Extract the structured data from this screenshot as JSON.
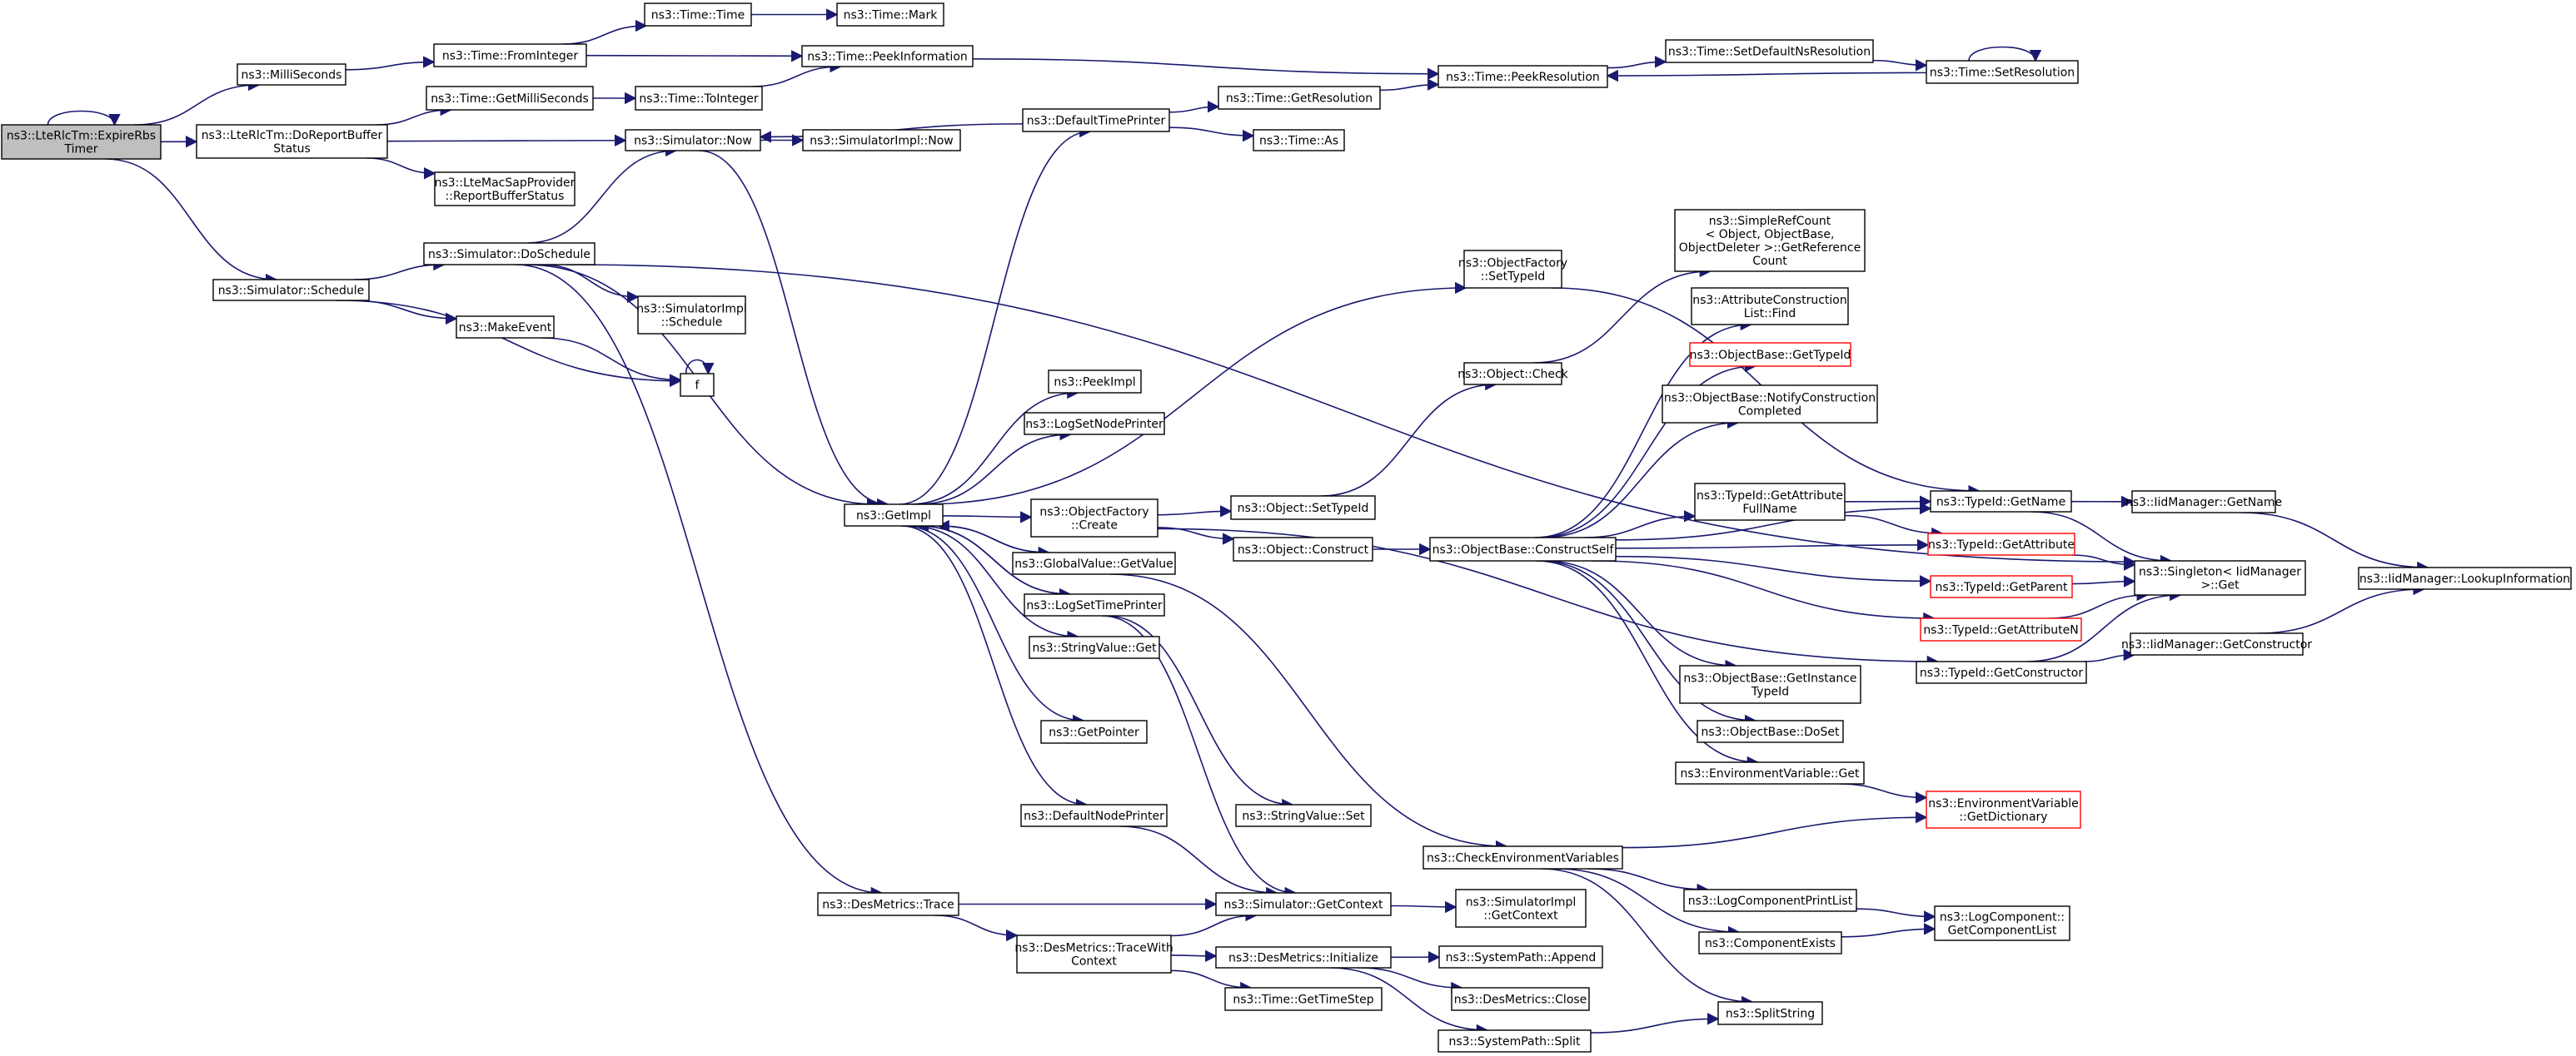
{
  "colors": {
    "edge": "#191970",
    "node_border": "#000000",
    "node_fill": "#ffffff",
    "focus_fill": "#bfbfbf",
    "truncated_border": "#ff0000",
    "text": "#000000"
  },
  "nodes": [
    {
      "id": "root",
      "lines": [
        "ns3::LteRlcTm::ExpireRbs",
        "Timer"
      ],
      "style": "focus"
    },
    {
      "id": "millis",
      "lines": [
        "ns3::MilliSeconds"
      ]
    },
    {
      "id": "doreport",
      "lines": [
        "ns3::LteRlcTm::DoReportBuffer",
        "Status"
      ]
    },
    {
      "id": "schedule",
      "lines": [
        "ns3::Simulator::Schedule"
      ]
    },
    {
      "id": "fromint",
      "lines": [
        "ns3::Time::FromInteger"
      ]
    },
    {
      "id": "getms",
      "lines": [
        "ns3::Time::GetMilliSeconds"
      ]
    },
    {
      "id": "lmsap",
      "lines": [
        "ns3::LteMacSapProvider",
        "::ReportBufferStatus"
      ]
    },
    {
      "id": "simnow",
      "lines": [
        "ns3::Simulator::Now"
      ]
    },
    {
      "id": "dosched",
      "lines": [
        "ns3::Simulator::DoSchedule"
      ]
    },
    {
      "id": "makeevent",
      "lines": [
        "ns3::MakeEvent"
      ]
    },
    {
      "id": "f",
      "lines": [
        "f"
      ]
    },
    {
      "id": "timetime",
      "lines": [
        "ns3::Time::Time"
      ]
    },
    {
      "id": "timemark",
      "lines": [
        "ns3::Time::Mark"
      ]
    },
    {
      "id": "peekinfo",
      "lines": [
        "ns3::Time::PeekInformation"
      ]
    },
    {
      "id": "toint",
      "lines": [
        "ns3::Time::ToInteger"
      ]
    },
    {
      "id": "simimplnow",
      "lines": [
        "ns3::SimulatorImpl::Now"
      ]
    },
    {
      "id": "simimplsched",
      "lines": [
        "ns3::SimulatorImpl",
        "::Schedule"
      ]
    },
    {
      "id": "dtp",
      "lines": [
        "ns3::DefaultTimePrinter"
      ]
    },
    {
      "id": "getres",
      "lines": [
        "ns3::Time::GetResolution"
      ]
    },
    {
      "id": "timeas",
      "lines": [
        "ns3::Time::As"
      ]
    },
    {
      "id": "peekres",
      "lines": [
        "ns3::Time::PeekResolution"
      ]
    },
    {
      "id": "setdefns",
      "lines": [
        "ns3::Time::SetDefaultNsResolution"
      ]
    },
    {
      "id": "setres",
      "lines": [
        "ns3::Time::SetResolution"
      ]
    },
    {
      "id": "getimpl",
      "lines": [
        "ns3::GetImpl"
      ]
    },
    {
      "id": "peekimpl",
      "lines": [
        "ns3::PeekImpl"
      ]
    },
    {
      "id": "lsnp",
      "lines": [
        "ns3::LogSetNodePrinter"
      ]
    },
    {
      "id": "ofcreate",
      "lines": [
        "ns3::ObjectFactory",
        "::Create"
      ]
    },
    {
      "id": "gvget",
      "lines": [
        "ns3::GlobalValue::GetValue"
      ]
    },
    {
      "id": "lstp",
      "lines": [
        "ns3::LogSetTimePrinter"
      ]
    },
    {
      "id": "svget",
      "lines": [
        "ns3::StringValue::Get"
      ]
    },
    {
      "id": "getptr",
      "lines": [
        "ns3::GetPointer"
      ]
    },
    {
      "id": "dnp",
      "lines": [
        "ns3::DefaultNodePrinter"
      ]
    },
    {
      "id": "desmtrace",
      "lines": [
        "ns3::DesMetrics::Trace"
      ]
    },
    {
      "id": "desmtwc",
      "lines": [
        "ns3::DesMetrics::TraceWith",
        "Context"
      ]
    },
    {
      "id": "svset",
      "lines": [
        "ns3::StringValue::Set"
      ]
    },
    {
      "id": "simgetctx",
      "lines": [
        "ns3::Simulator::GetContext"
      ]
    },
    {
      "id": "simimplgetctx",
      "lines": [
        "ns3::SimulatorImpl",
        "::GetContext"
      ]
    },
    {
      "id": "desminit",
      "lines": [
        "ns3::DesMetrics::Initialize"
      ]
    },
    {
      "id": "timesteps",
      "lines": [
        "ns3::Time::GetTimeStep"
      ]
    },
    {
      "id": "spappend",
      "lines": [
        "ns3::SystemPath::Append"
      ]
    },
    {
      "id": "desmclose",
      "lines": [
        "ns3::DesMetrics::Close"
      ]
    },
    {
      "id": "spsplit",
      "lines": [
        "ns3::SystemPath::Split"
      ]
    },
    {
      "id": "ofsettid",
      "lines": [
        "ns3::ObjectFactory",
        "::SetTypeId"
      ]
    },
    {
      "id": "objcheck",
      "lines": [
        "ns3::Object::Check"
      ]
    },
    {
      "id": "objsettid",
      "lines": [
        "ns3::Object::SetTypeId"
      ]
    },
    {
      "id": "objconstruct",
      "lines": [
        "ns3::Object::Construct"
      ]
    },
    {
      "id": "obconstructself",
      "lines": [
        "ns3::ObjectBase::ConstructSelf"
      ]
    },
    {
      "id": "checkenv",
      "lines": [
        "ns3::CheckEnvironmentVariables"
      ]
    },
    {
      "id": "srcgetref",
      "lines": [
        "ns3::SimpleRefCount",
        "< Object, ObjectBase,",
        "ObjectDeleter >::GetReference",
        "Count"
      ]
    },
    {
      "id": "aclfind",
      "lines": [
        "ns3::AttributeConstruction",
        "List::Find"
      ]
    },
    {
      "id": "obgettid",
      "lines": [
        "ns3::ObjectBase::GetTypeId"
      ],
      "style": "truncated"
    },
    {
      "id": "obnotify",
      "lines": [
        "ns3::ObjectBase::NotifyConstruction",
        "Completed"
      ]
    },
    {
      "id": "tidgafn",
      "lines": [
        "ns3::TypeId::GetAttribute",
        "FullName"
      ]
    },
    {
      "id": "obgetinst",
      "lines": [
        "ns3::ObjectBase::GetInstance",
        "TypeId"
      ]
    },
    {
      "id": "obdoset",
      "lines": [
        "ns3::ObjectBase::DoSet"
      ]
    },
    {
      "id": "envget",
      "lines": [
        "ns3::EnvironmentVariable::Get"
      ]
    },
    {
      "id": "lcpl",
      "lines": [
        "ns3::LogComponentPrintList"
      ]
    },
    {
      "id": "compexists",
      "lines": [
        "ns3::ComponentExists"
      ]
    },
    {
      "id": "splitstring",
      "lines": [
        "ns3::SplitString"
      ]
    },
    {
      "id": "tidgetname",
      "lines": [
        "ns3::TypeId::GetName"
      ]
    },
    {
      "id": "tidgetattr",
      "lines": [
        "ns3::TypeId::GetAttribute"
      ],
      "style": "truncated"
    },
    {
      "id": "tidgetparent",
      "lines": [
        "ns3::TypeId::GetParent"
      ],
      "style": "truncated"
    },
    {
      "id": "tidgetattrn",
      "lines": [
        "ns3::TypeId::GetAttributeN"
      ],
      "style": "truncated"
    },
    {
      "id": "tidgetctor",
      "lines": [
        "ns3::TypeId::GetConstructor"
      ]
    },
    {
      "id": "envgetdict",
      "lines": [
        "ns3::EnvironmentVariable",
        "::GetDictionary"
      ],
      "style": "truncated"
    },
    {
      "id": "lcgetlist",
      "lines": [
        "ns3::LogComponent::",
        "GetComponentList"
      ]
    },
    {
      "id": "iidgetname",
      "lines": [
        "ns3::IidManager::GetName"
      ]
    },
    {
      "id": "singleton",
      "lines": [
        "ns3::Singleton< IidManager",
        ">::Get"
      ]
    },
    {
      "id": "iidgetctor",
      "lines": [
        "ns3::IidManager::GetConstructor"
      ]
    },
    {
      "id": "iidlookup",
      "lines": [
        "ns3::IidManager::LookupInformation"
      ]
    }
  ],
  "edges": [
    [
      "root",
      "millis"
    ],
    [
      "root",
      "doreport"
    ],
    [
      "root",
      "schedule"
    ],
    [
      "root",
      "root"
    ],
    [
      "millis",
      "fromint"
    ],
    [
      "fromint",
      "timetime"
    ],
    [
      "fromint",
      "peekinfo"
    ],
    [
      "timetime",
      "timemark"
    ],
    [
      "peekinfo",
      "peekres"
    ],
    [
      "doreport",
      "getms"
    ],
    [
      "doreport",
      "simnow"
    ],
    [
      "doreport",
      "lmsap"
    ],
    [
      "getms",
      "toint"
    ],
    [
      "toint",
      "peekinfo"
    ],
    [
      "simnow",
      "simimplnow"
    ],
    [
      "simnow",
      "getimpl"
    ],
    [
      "dtp",
      "simnow"
    ],
    [
      "dtp",
      "getres"
    ],
    [
      "dtp",
      "timeas"
    ],
    [
      "getres",
      "peekres"
    ],
    [
      "setdefns",
      "setres"
    ],
    [
      "setres",
      "peekres"
    ],
    [
      "setres",
      "setres"
    ],
    [
      "peekres",
      "setdefns"
    ],
    [
      "schedule",
      "dosched"
    ],
    [
      "schedule",
      "makeevent"
    ],
    [
      "schedule",
      "f"
    ],
    [
      "makeevent",
      "f"
    ],
    [
      "f",
      "f"
    ],
    [
      "dosched",
      "simnow"
    ],
    [
      "dosched",
      "simimplsched"
    ],
    [
      "dosched",
      "getimpl"
    ],
    [
      "dosched",
      "desmtrace"
    ],
    [
      "dosched",
      "singleton"
    ],
    [
      "getimpl",
      "dtp"
    ],
    [
      "getimpl",
      "peekimpl"
    ],
    [
      "getimpl",
      "lsnp"
    ],
    [
      "getimpl",
      "ofcreate"
    ],
    [
      "getimpl",
      "gvget"
    ],
    [
      "getimpl",
      "lstp"
    ],
    [
      "getimpl",
      "svget"
    ],
    [
      "getimpl",
      "getptr"
    ],
    [
      "getimpl",
      "dnp"
    ],
    [
      "getimpl",
      "ofsettid"
    ],
    [
      "gvget",
      "getimpl"
    ],
    [
      "lstp",
      "getimpl"
    ],
    [
      "dnp",
      "simgetctx"
    ],
    [
      "ofcreate",
      "objsettid"
    ],
    [
      "ofcreate",
      "objconstruct"
    ],
    [
      "ofcreate",
      "tidgetctor"
    ],
    [
      "gvget",
      "checkenv"
    ],
    [
      "lstp",
      "svset"
    ],
    [
      "lstp",
      "simgetctx"
    ],
    [
      "objsettid",
      "objcheck"
    ],
    [
      "objcheck",
      "srcgetref"
    ],
    [
      "objconstruct",
      "obconstructself"
    ],
    [
      "ofsettid",
      "tidgetname"
    ],
    [
      "obconstructself",
      "aclfind"
    ],
    [
      "obconstructself",
      "obgettid"
    ],
    [
      "obconstructself",
      "obnotify"
    ],
    [
      "obconstructself",
      "tidgafn"
    ],
    [
      "obconstructself",
      "tidgetname"
    ],
    [
      "obconstructself",
      "tidgetattr"
    ],
    [
      "obconstructself",
      "tidgetparent"
    ],
    [
      "obconstructself",
      "tidgetattrn"
    ],
    [
      "obconstructself",
      "obgetinst"
    ],
    [
      "obconstructself",
      "obdoset"
    ],
    [
      "obconstructself",
      "envget"
    ],
    [
      "tidgafn",
      "tidgetname"
    ],
    [
      "tidgafn",
      "tidgetattr"
    ],
    [
      "tidgetname",
      "iidgetname"
    ],
    [
      "tidgetname",
      "singleton"
    ],
    [
      "tidgetattr",
      "singleton"
    ],
    [
      "tidgetparent",
      "singleton"
    ],
    [
      "tidgetattrn",
      "singleton"
    ],
    [
      "tidgetctor",
      "iidgetctor"
    ],
    [
      "tidgetctor",
      "singleton"
    ],
    [
      "iidgetname",
      "iidlookup"
    ],
    [
      "iidgetctor",
      "iidlookup"
    ],
    [
      "envget",
      "envgetdict"
    ],
    [
      "checkenv",
      "envgetdict"
    ],
    [
      "checkenv",
      "lcpl"
    ],
    [
      "checkenv",
      "compexists"
    ],
    [
      "checkenv",
      "splitstring"
    ],
    [
      "lcpl",
      "lcgetlist"
    ],
    [
      "compexists",
      "lcgetlist"
    ],
    [
      "desmtrace",
      "simgetctx"
    ],
    [
      "desmtrace",
      "desmtwc"
    ],
    [
      "desmtwc",
      "simgetctx"
    ],
    [
      "desmtwc",
      "desminit"
    ],
    [
      "desmtwc",
      "timesteps"
    ],
    [
      "simgetctx",
      "simimplgetctx"
    ],
    [
      "desminit",
      "spappend"
    ],
    [
      "desminit",
      "desmclose"
    ],
    [
      "desminit",
      "spsplit"
    ],
    [
      "spsplit",
      "splitstring"
    ]
  ]
}
